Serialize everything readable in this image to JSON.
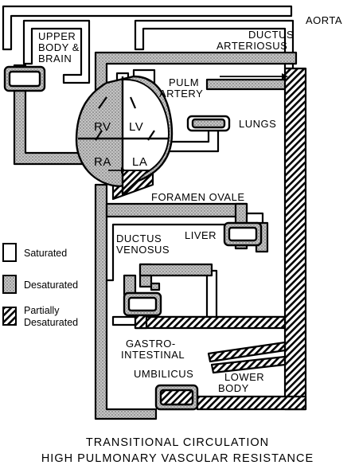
{
  "labels": {
    "aorta": "AORTA",
    "upper_body_1": "UPPER",
    "upper_body_2": "BODY &",
    "upper_body_3": "BRAIN",
    "ductus_arteriosus_1": "DUCTUS",
    "ductus_arteriosus_2": "ARTERIOSUS",
    "pulm_artery_1": "PULM",
    "pulm_artery_2": "ARTERY",
    "lungs": "LUNGS",
    "rv": "RV",
    "lv": "LV",
    "ra": "RA",
    "la": "LA",
    "foramen_ovale": "FORAMEN OVALE",
    "liver": "LIVER",
    "ductus_venosus_1": "DUCTUS",
    "ductus_venosus_2": "VENOSUS",
    "gastro_1": "GASTRO-",
    "gastro_2": "INTESTINAL",
    "umbilicus": "UMBILICUS",
    "lower_body_1": "LOWER",
    "lower_body_2": "BODY"
  },
  "legend": {
    "saturated": "Saturated",
    "desaturated": "Desaturated",
    "partially_1": "Partially",
    "partially_2": "Desaturated"
  },
  "caption": {
    "line1": "TRANSITIONAL CIRCULATION",
    "line2": "HIGH PULMONARY VASCULAR RESISTANCE"
  },
  "colors": {
    "ink": "#000000",
    "desaturated_fill": "#c4c4c4",
    "saturated_fill": "#ffffff"
  }
}
